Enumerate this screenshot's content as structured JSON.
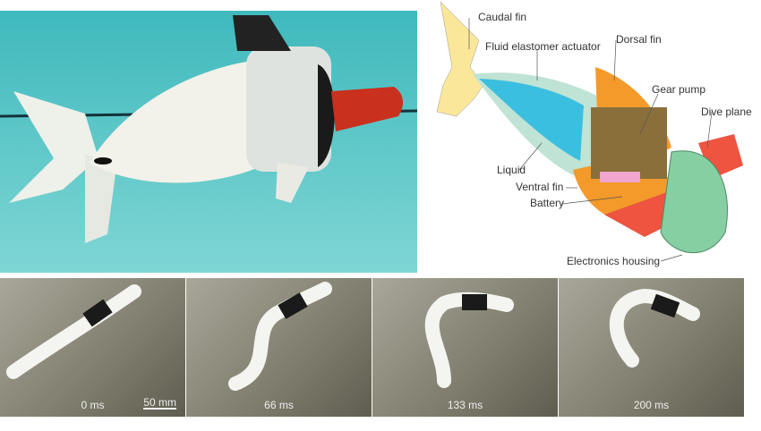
{
  "diagram": {
    "labels": {
      "caudal_fin": "Caudal fin",
      "actuator": "Fluid elastomer actuator",
      "dorsal_fin": "Dorsal fin",
      "gear_pump": "Gear pump",
      "dive_plane": "Dive plane",
      "liquid": "Liquid",
      "ventral_fin": "Ventral fin",
      "battery": "Battery",
      "electronics": "Electronics housing"
    },
    "colors": {
      "caudal": "#fbe79a",
      "orange": "#f39a2b",
      "red": "#ee5440",
      "green": "#86cfa3",
      "blue": "#3bbfe0",
      "pink": "#f0a6cf"
    }
  },
  "frames": [
    {
      "time": "0 ms",
      "scale": "50 mm"
    },
    {
      "time": "66 ms"
    },
    {
      "time": "133 ms"
    },
    {
      "time": "200 ms"
    }
  ]
}
